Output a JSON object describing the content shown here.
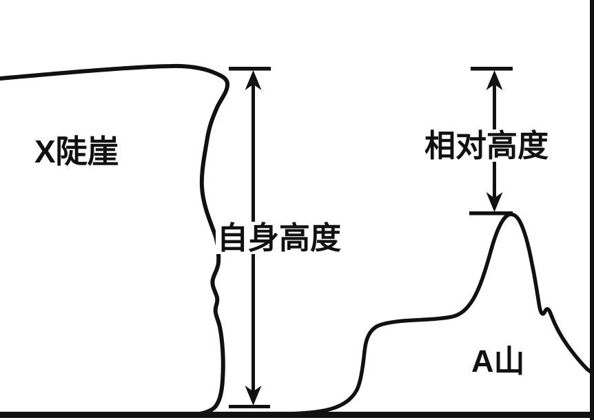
{
  "colors": {
    "ink": "#111111",
    "background": "#ffffff"
  },
  "diagram": {
    "type": "terrain-height-illustration",
    "labels": {
      "cliff": "X陡崖",
      "self_height": "自身高度",
      "relative_height": "相对高度",
      "mountain": "A山"
    }
  }
}
